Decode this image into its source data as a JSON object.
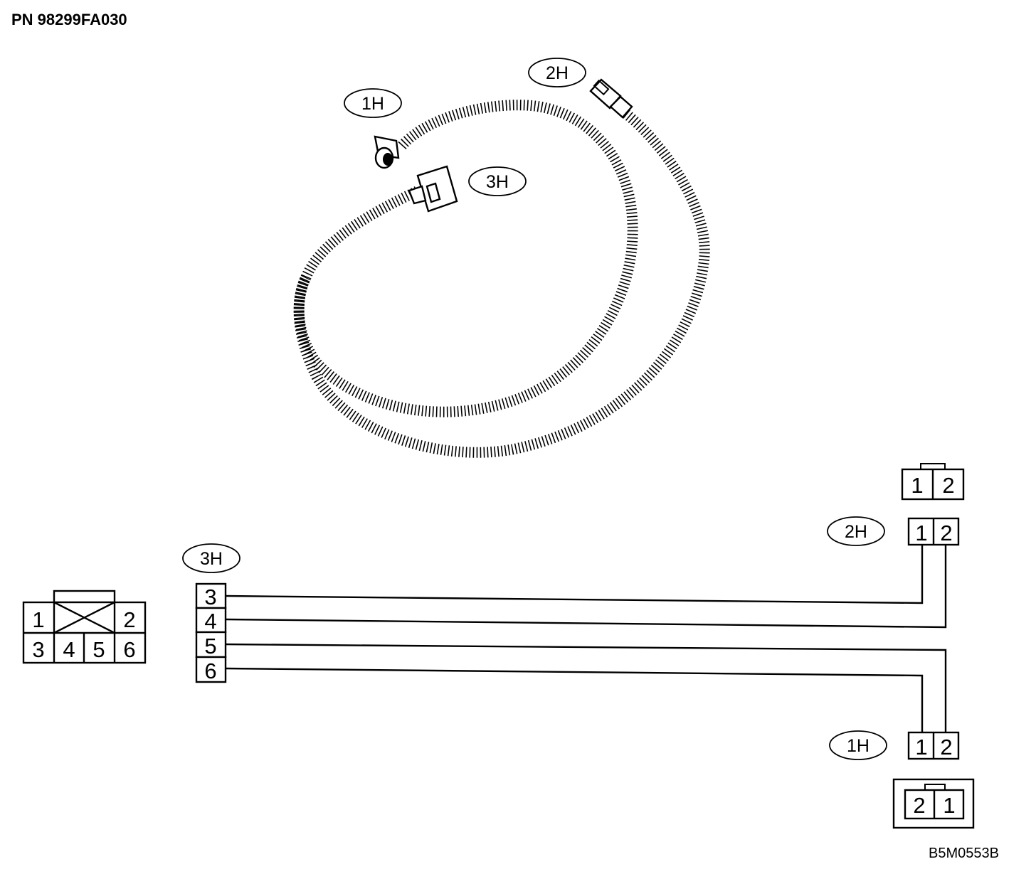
{
  "part_number": "PN 98299FA030",
  "figure_code": "B5M0553B",
  "harness_labels": {
    "c1h": "1H",
    "c2h": "2H",
    "c3h": "3H"
  },
  "schematic_labels": {
    "c1h": "1H",
    "c2h": "2H",
    "c3h": "3H"
  },
  "connector_6pin_face": {
    "pins": [
      "1",
      "2",
      "3",
      "4",
      "5",
      "6"
    ]
  },
  "connector_3h_pins": [
    "3",
    "4",
    "5",
    "6"
  ],
  "connector_2h_face": {
    "pins": [
      "1",
      "2"
    ]
  },
  "connector_2h_pins": [
    "1",
    "2"
  ],
  "connector_1h_pins": [
    "1",
    "2"
  ],
  "connector_1h_face": {
    "pins": [
      "2",
      "1"
    ]
  },
  "wiring": [
    {
      "from": "3H-3",
      "to": "2H-1"
    },
    {
      "from": "3H-4",
      "to": "2H-2"
    },
    {
      "from": "3H-5",
      "to": "1H-2"
    },
    {
      "from": "3H-6",
      "to": "1H-1"
    }
  ]
}
